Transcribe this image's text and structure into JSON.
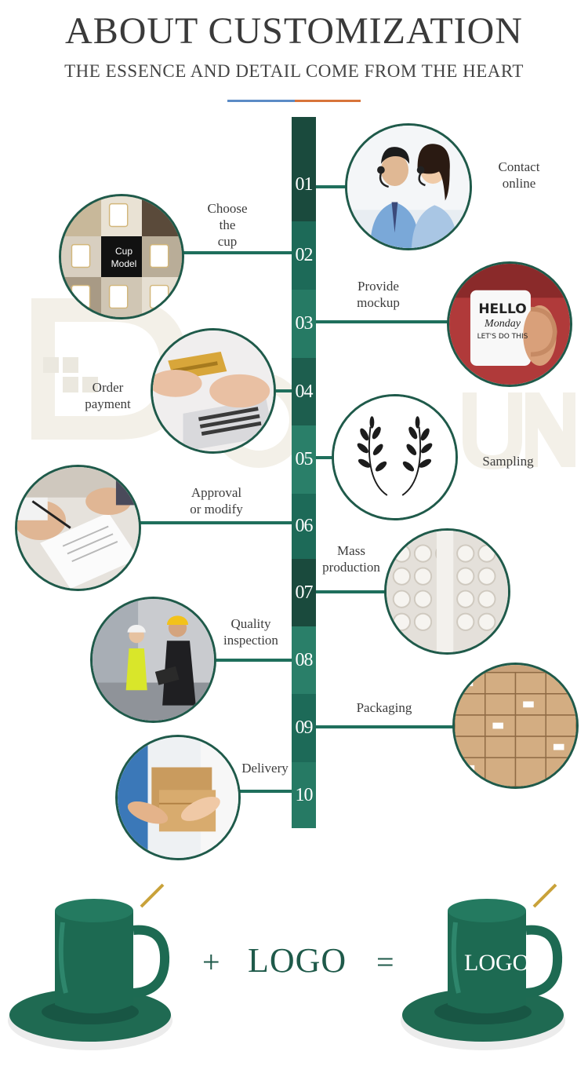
{
  "header": {
    "title": "ABOUT CUSTOMIZATION",
    "subtitle": "THE ESSENCE AND DETAIL COME FROM THE HEART"
  },
  "colors": {
    "trunk_dark": "#1a4a3d",
    "trunk_mid": "#1d6a58",
    "trunk_light": "#2a7f69",
    "accent_blue": "#5b8bc6",
    "accent_orange": "#d8743a",
    "mug_green": "#1f6a52"
  },
  "steps": [
    {
      "number": "01",
      "label_line1": "Contact",
      "label_line2": "online",
      "icon": "customer-service-icon"
    },
    {
      "number": "02",
      "label_line1": "Choose",
      "label_line2": "the",
      "label_line3": "cup",
      "icon": "cup-catalog-icon",
      "badge_line1": "Cup",
      "badge_line2": "Model"
    },
    {
      "number": "03",
      "label_line1": "Provide",
      "label_line2": "mockup",
      "icon": "mockup-mug-icon",
      "mug_text1": "HELLO",
      "mug_text2": "Monday",
      "mug_text3": "LET'S DO THIS"
    },
    {
      "number": "04",
      "label_line1": "Order",
      "label_line2": "payment",
      "icon": "credit-card-icon"
    },
    {
      "number": "05",
      "label_line1": "Sampling",
      "icon": "laurel-icon"
    },
    {
      "number": "06",
      "label_line1": "Approval",
      "label_line2": "or modify",
      "icon": "contract-signing-icon"
    },
    {
      "number": "07",
      "label_line1": "Mass",
      "label_line2": "production",
      "icon": "cup-production-icon"
    },
    {
      "number": "08",
      "label_line1": "Quality",
      "label_line2": "inspection",
      "icon": "worker-inspection-icon"
    },
    {
      "number": "09",
      "label_line1": "Packaging",
      "icon": "cardboard-boxes-icon"
    },
    {
      "number": "10",
      "label_line1": "Delivery",
      "icon": "package-delivery-icon"
    }
  ],
  "equation": {
    "plus": "+",
    "logo": "LOGO",
    "equals": "=",
    "result_logo": "LOGO"
  }
}
